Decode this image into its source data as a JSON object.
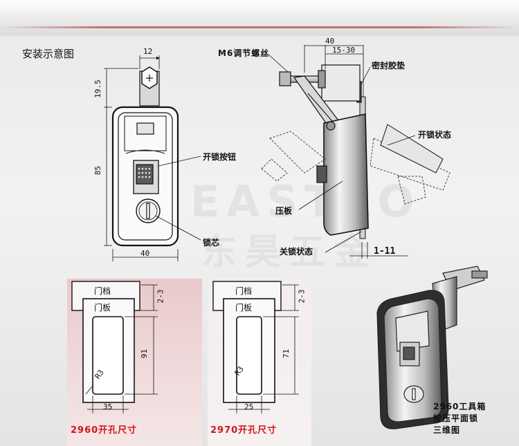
{
  "title": "安装示意图",
  "watermark": {
    "brand": "EASTAO",
    "cn": "东昊五金"
  },
  "front_view": {
    "dims": {
      "top_width": "12",
      "top_height": "19.5",
      "body_height": "85",
      "body_width": "40"
    },
    "labels": {
      "button": "开锁按钮",
      "core": "锁芯"
    }
  },
  "side_view": {
    "dims": {
      "overall": "40",
      "range": "15-30",
      "thickness": "1-11"
    },
    "labels": {
      "screw": "M6调节螺丝",
      "gasket": "密封胶垫",
      "open_state": "开锁状态",
      "plate": "压板",
      "closed_state": "关锁状态"
    }
  },
  "cutouts": [
    {
      "stop": "门档",
      "panel": "门板",
      "gap": "2-3",
      "height": "91",
      "width": "35",
      "radius": "R3",
      "caption": "2960开孔尺寸"
    },
    {
      "stop": "门档",
      "panel": "门板",
      "gap": "2-3",
      "height": "71",
      "width": "25",
      "radius": "R3",
      "caption": "2970开孔尺寸"
    }
  ],
  "render_caption": [
    "2960工具箱",
    "按压平面锁",
    "三维图"
  ],
  "colors": {
    "accent_red": "#d4141a",
    "line": "#1a1a1a",
    "panel_pink": "#ecd2d3"
  }
}
